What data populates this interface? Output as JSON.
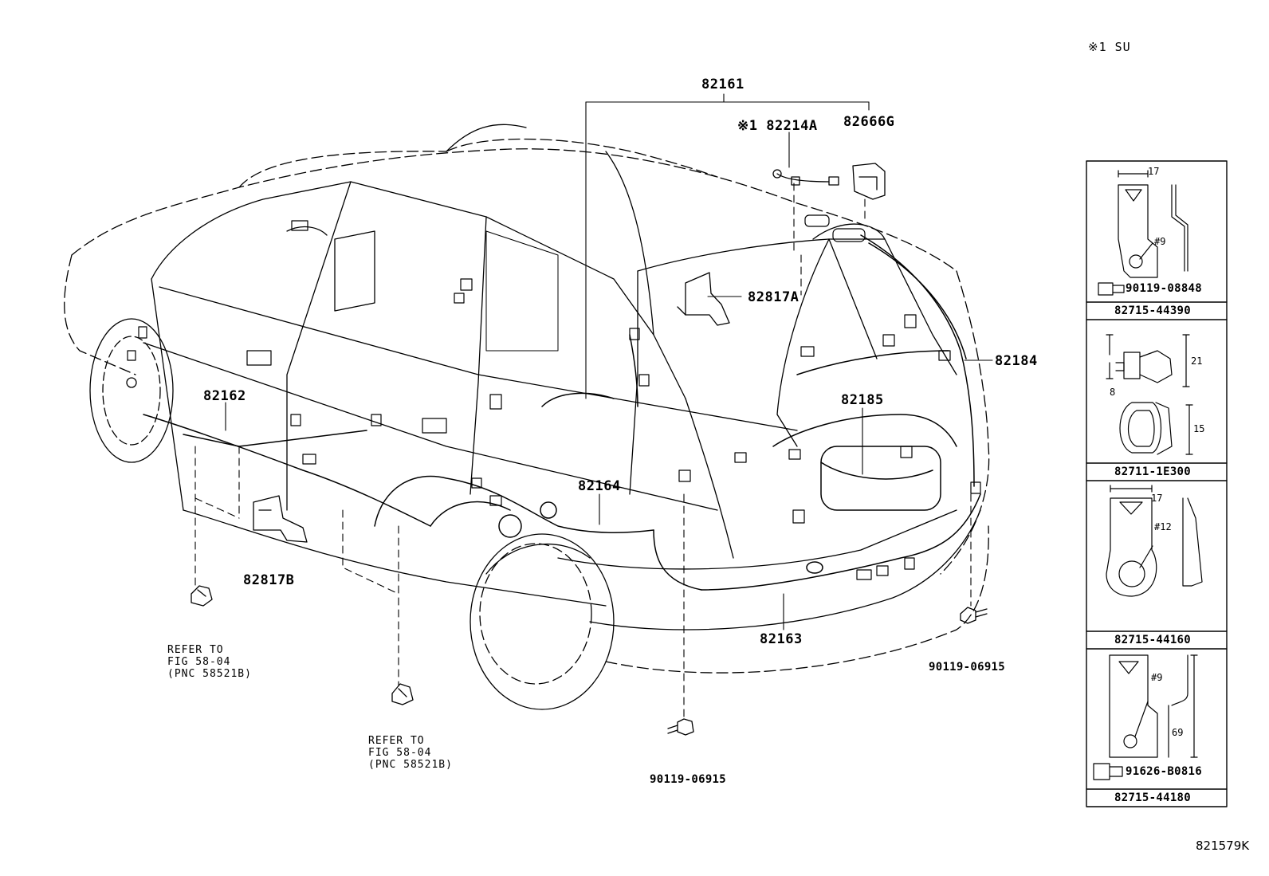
{
  "note": "※1  SU",
  "diagram_code": "821579K",
  "parts": {
    "p82161": "82161",
    "p82214A": "※1 82214A",
    "p82666G": "82666G",
    "p82817A": "82817A",
    "p82184": "82184",
    "p82185": "82185",
    "p82162": "82162",
    "p82164": "82164",
    "p82817B": "82817B",
    "p82163": "82163",
    "p90119_06915_right": "90119-06915",
    "p90119_06915_bottom": "90119-06915"
  },
  "refers": [
    {
      "line1": "REFER TO",
      "line2": "FIG 58-04",
      "line3": "(PNC 58521B)"
    },
    {
      "line1": "REFER TO",
      "line2": "FIG 58-04",
      "line3": "(PNC 58521B)"
    }
  ],
  "sidebar": {
    "cells": [
      {
        "bolt": "90119-08848",
        "footer": "82715-44390",
        "dims": [
          "17",
          "#9"
        ]
      },
      {
        "footer": "82711-1E300",
        "dims": [
          "21",
          "8",
          "15"
        ]
      },
      {
        "footer": "82715-44160",
        "dims": [
          "17",
          "#12"
        ]
      },
      {
        "bolt": "91626-B0816",
        "footer": "82715-44180",
        "dims": [
          "#9",
          "69"
        ]
      }
    ]
  }
}
